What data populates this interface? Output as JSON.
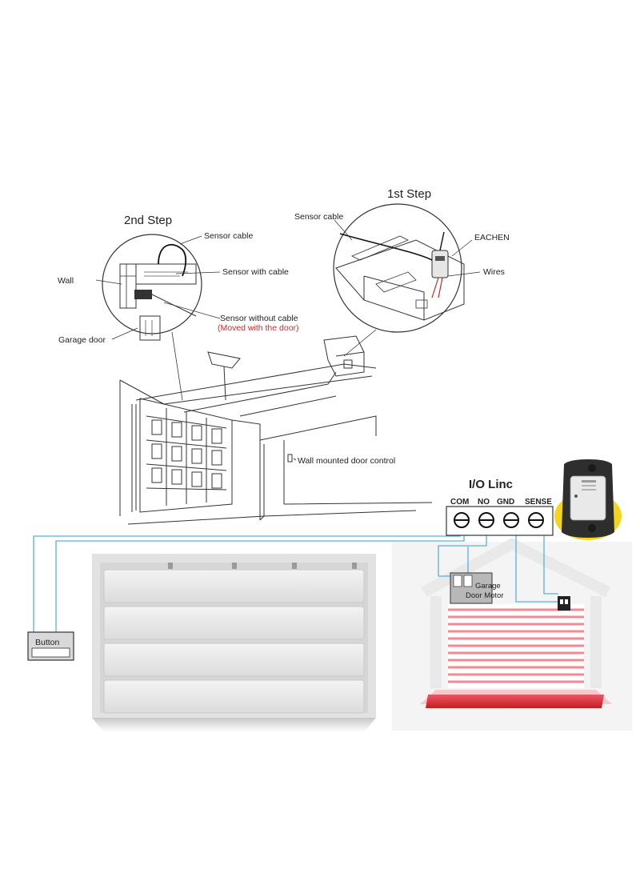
{
  "colors": {
    "wire": "#5ab0d8",
    "accent_red": "#d42a2a",
    "line": "#333333",
    "badge": "#f4d51c"
  },
  "step1": {
    "title": "1st Step",
    "labels": {
      "sensor_cable": "Sensor cable",
      "eachen": "EACHEN",
      "wires": "Wires"
    }
  },
  "step2": {
    "title": "2nd Step",
    "labels": {
      "sensor_cable": "Sensor cable",
      "sensor_with_cable": "Sensor with cable",
      "wall": "Wall",
      "sensor_without_cable": "Sensor without cable",
      "moved_note": "(Moved with the door)",
      "garage_door": "Garage door"
    }
  },
  "garage": {
    "wall_control_label": "Wall mounted door control"
  },
  "io_linc": {
    "title": "I/O Linc",
    "terminals": [
      "COM",
      "NO",
      "GND",
      "SENSE"
    ]
  },
  "button_label": "Button",
  "motor_label_line1": "Garage",
  "motor_label_line2": "Door Motor"
}
